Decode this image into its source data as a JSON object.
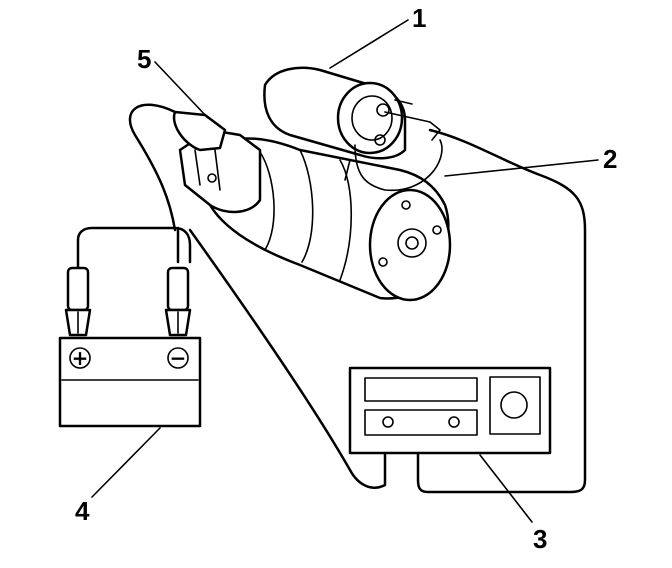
{
  "callouts": {
    "c1": "1",
    "c2": "2",
    "c3": "3",
    "c4": "4",
    "c5": "5"
  },
  "battery": {
    "positive_symbol": "+",
    "negative_symbol": "−"
  },
  "colors": {
    "line": "#000000",
    "background": "#ffffff"
  }
}
